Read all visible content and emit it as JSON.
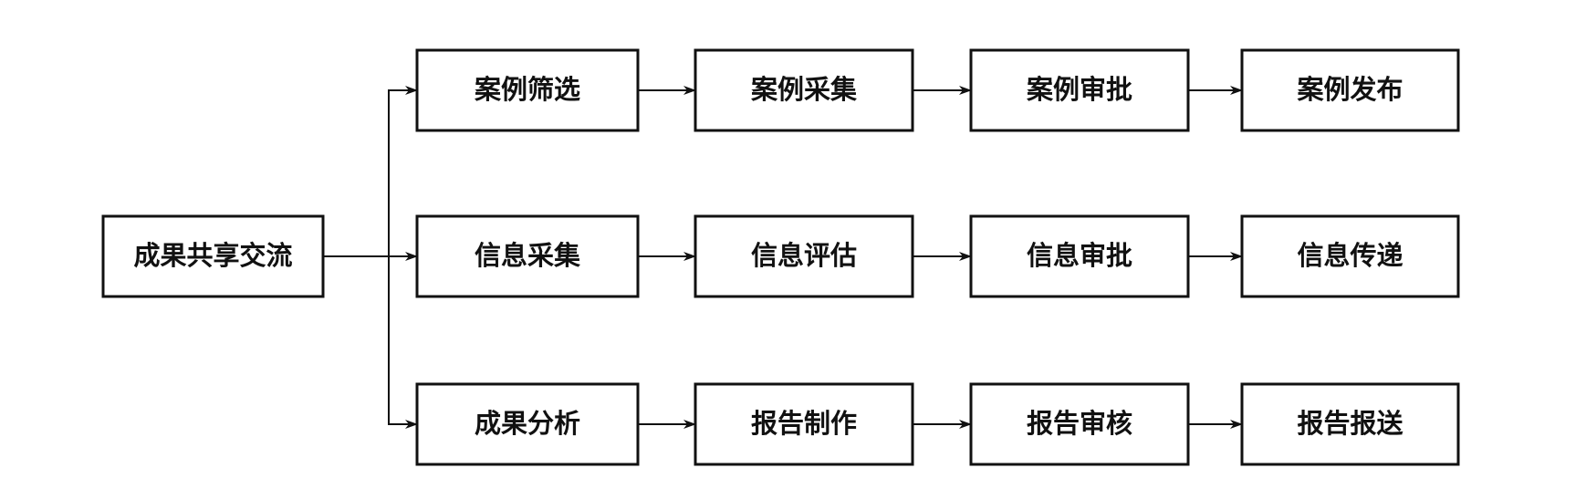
{
  "colors": {
    "background": "#ffffff",
    "line": "#111111",
    "text": "#111111"
  },
  "root": {
    "id": "root",
    "label": "成果共享交流"
  },
  "rows": [
    {
      "id": "row-case",
      "steps": [
        {
          "id": "case-screening",
          "label": "案例筛选"
        },
        {
          "id": "case-collection",
          "label": "案例采集"
        },
        {
          "id": "case-approval",
          "label": "案例审批"
        },
        {
          "id": "case-release",
          "label": "案例发布"
        }
      ]
    },
    {
      "id": "row-info",
      "steps": [
        {
          "id": "info-collection",
          "label": "信息采集"
        },
        {
          "id": "info-evaluation",
          "label": "信息评估"
        },
        {
          "id": "info-approval",
          "label": "信息审批"
        },
        {
          "id": "info-transmission",
          "label": "信息传递"
        }
      ]
    },
    {
      "id": "row-report",
      "steps": [
        {
          "id": "result-analysis",
          "label": "成果分析"
        },
        {
          "id": "report-production",
          "label": "报告制作"
        },
        {
          "id": "report-review",
          "label": "报告审核"
        },
        {
          "id": "report-submission",
          "label": "报告报送"
        }
      ]
    }
  ]
}
